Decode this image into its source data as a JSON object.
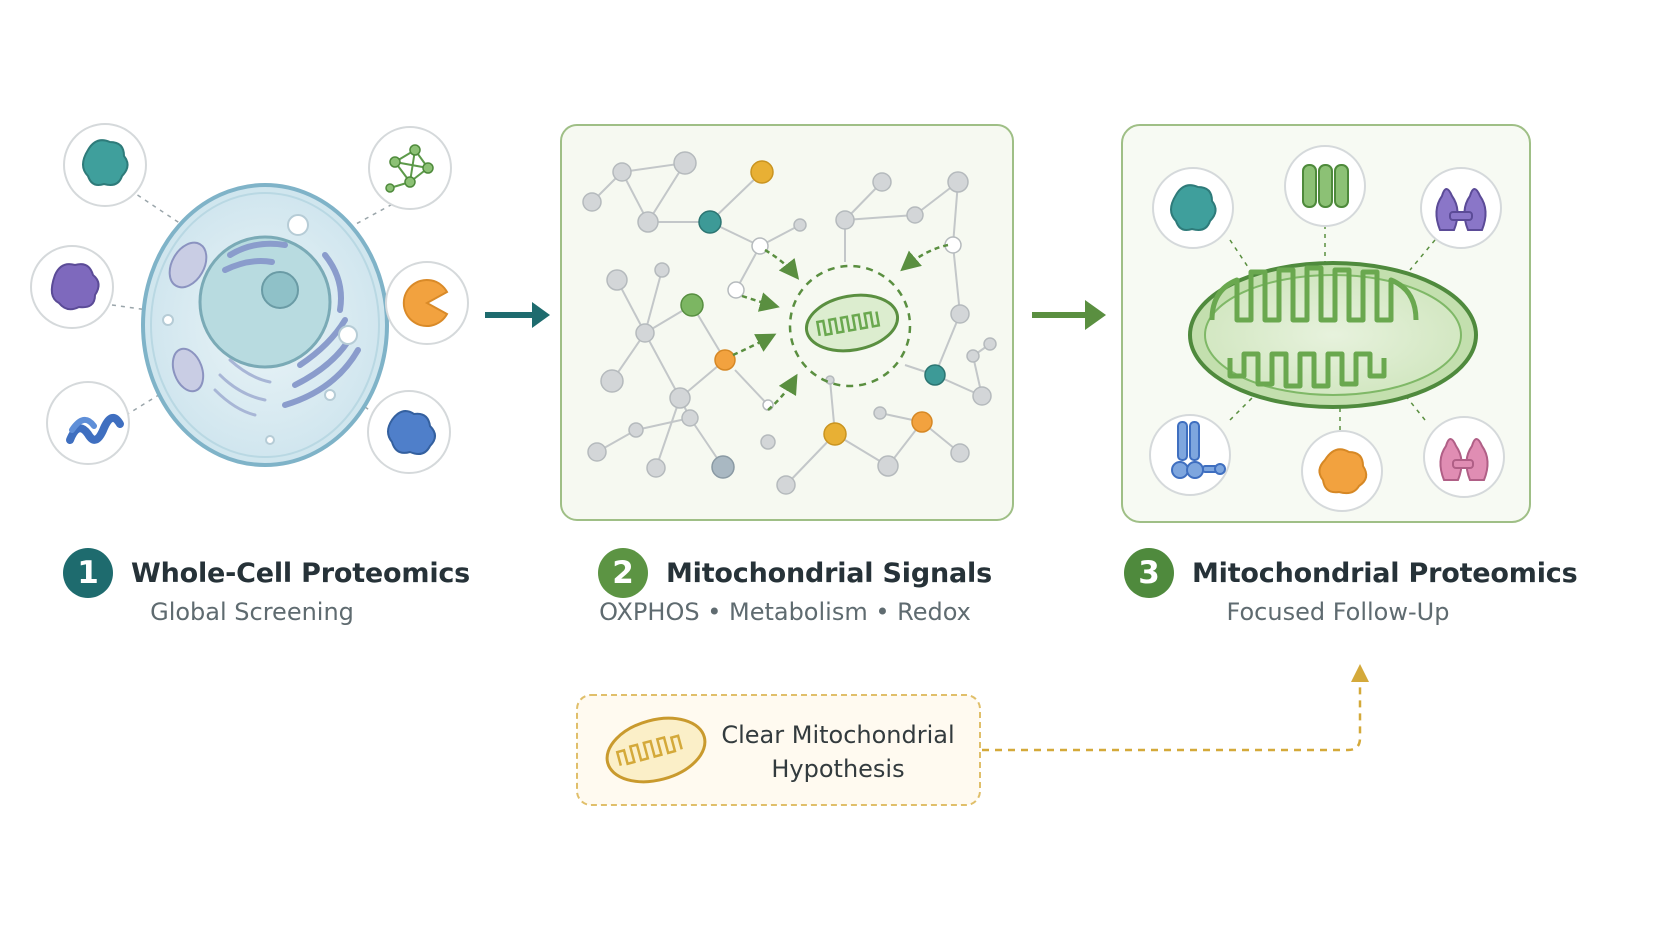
{
  "steps": [
    {
      "number": "1",
      "title": "Whole-Cell Proteomics",
      "subtitle": "Global Screening",
      "color": "#1e6b6e"
    },
    {
      "number": "2",
      "title": "Mitochondrial Signals",
      "subtitle": "OXPHOS • Metabolism • Redox",
      "color": "#5c9443"
    },
    {
      "number": "3",
      "title": "Mitochondrial Proteomics",
      "subtitle": "Focused Follow-Up",
      "color": "#4f8a3d"
    }
  ],
  "hypothesis": {
    "line1": "Clear Mitochondrial",
    "line2": "Hypothesis",
    "color": "#d4a93a"
  },
  "colors": {
    "teal": "#3a9a9a",
    "purple": "#7e6bbd",
    "blue": "#4f7fc9",
    "orange": "#f0a040",
    "green": "#6aa84f",
    "pink": "#d97aa6",
    "gray_node": "#cfd2d4",
    "mito_green": "#7fb867"
  },
  "icons": {
    "panel1": [
      "protein-teal-icon",
      "protein-purple-icon",
      "helix-protein-icon",
      "network-icon",
      "pacman-protein-icon",
      "protein-blue-icon",
      "cell-icon"
    ],
    "panel2": [
      "protein-network-icon",
      "mitochondrion-icon"
    ],
    "panel3": [
      "protein-teal-icon",
      "complex-green-icon",
      "dimer-purple-icon",
      "membrane-complex-icon",
      "protein-orange-icon",
      "dimer-pink-icon",
      "mitochondrion-large-icon"
    ]
  }
}
